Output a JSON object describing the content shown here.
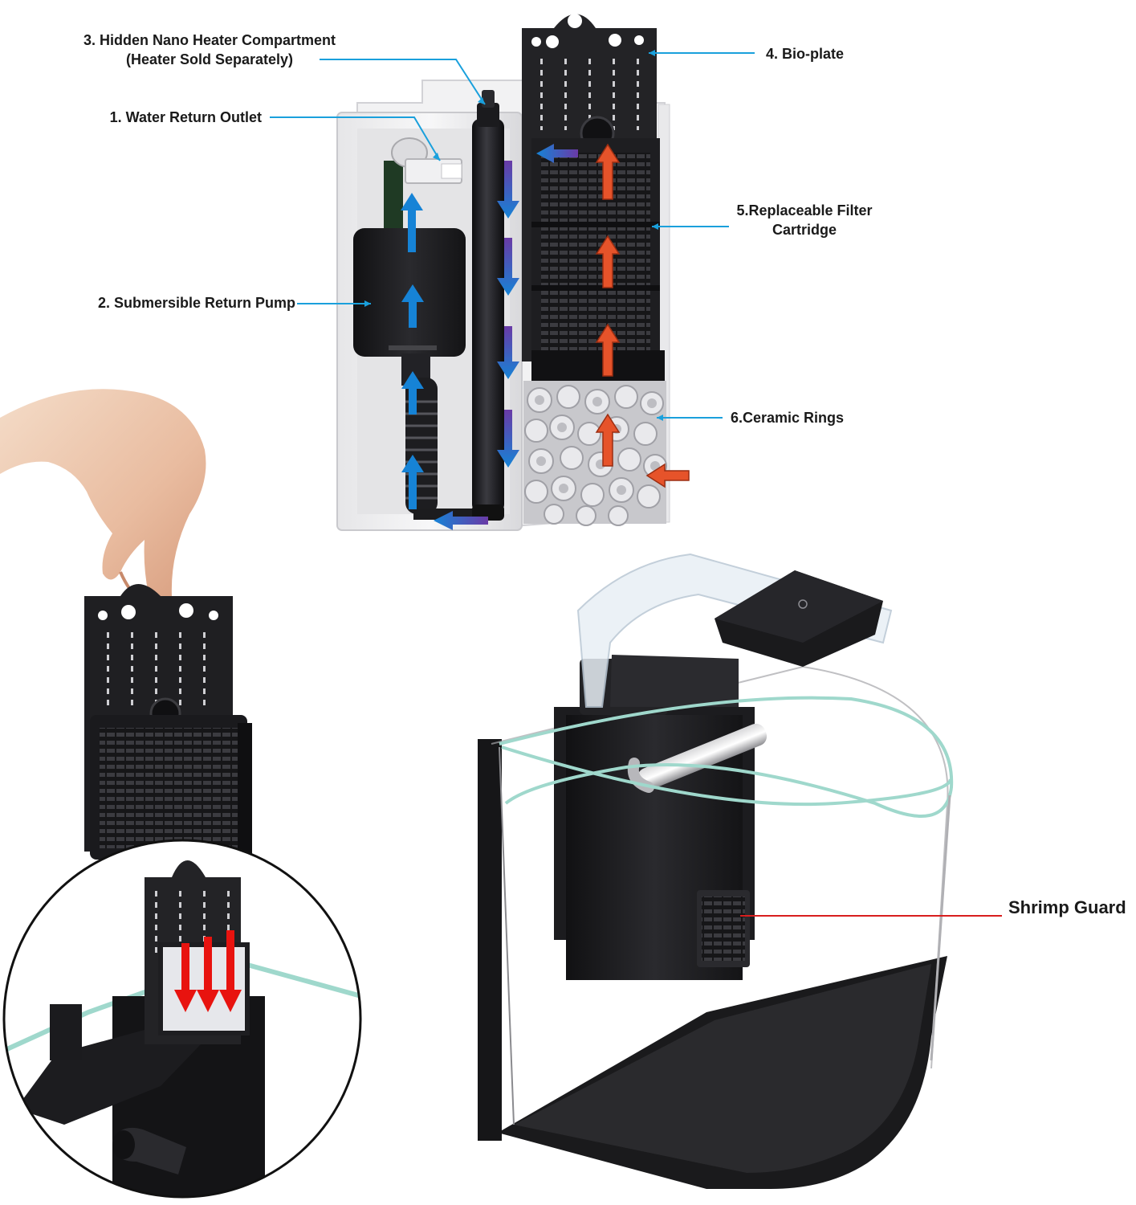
{
  "callouts": {
    "water_return_outlet": "1. Water Return Outlet",
    "submersible_pump": "2. Submersible Return Pump",
    "heater_compartment_line1": "3. Hidden Nano Heater Compartment",
    "heater_compartment_line2": "(Heater Sold Separately)",
    "bio_plate": "4. Bio-plate",
    "filter_cartridge_line1": "5.Replaceable Filter",
    "filter_cartridge_line2": "Cartridge",
    "ceramic_rings": "6.Ceramic Rings",
    "shrimp_guard": "Shrimp Guard"
  },
  "colors": {
    "leader_blue": "#1aa0dc",
    "leader_red": "#d81e1e",
    "flow_blue": "#1683d6",
    "flow_purple": "#6a3aa6",
    "flow_orange": "#e6532a",
    "flow_red": "#e8130f",
    "housing_white": "#eeeeef",
    "component_black": "#1c1c1e",
    "glass_edge": "#9fd8cc"
  },
  "icons": {
    "flow_arrow_return": "arrow-up-icon",
    "flow_arrow_down": "arrow-down-icon",
    "flow_arrow_intake": "arrow-up-icon",
    "power_button": "power-icon"
  }
}
